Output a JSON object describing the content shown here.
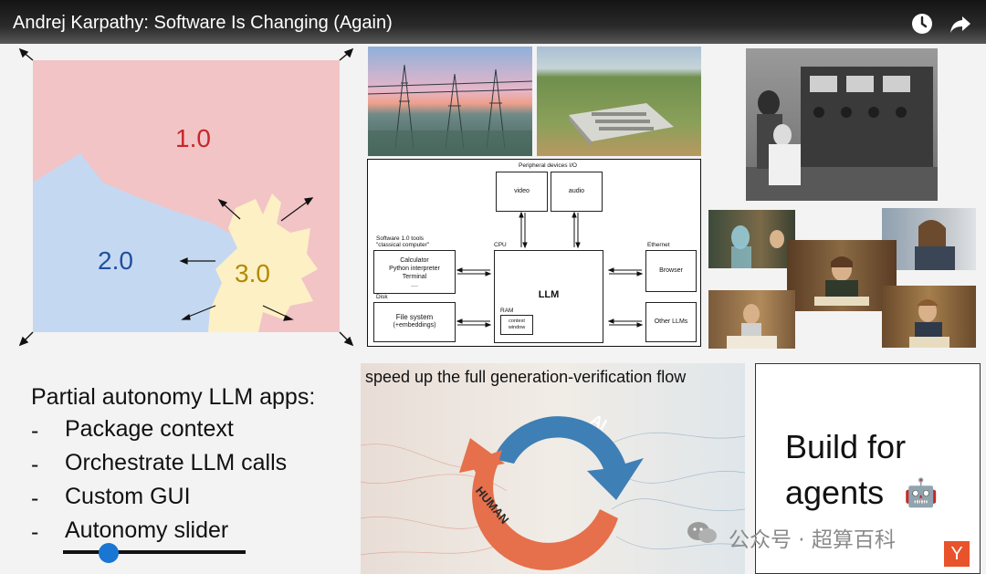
{
  "video": {
    "title": "Andrej Karpathy: Software Is Changing (Again)",
    "icons": [
      "clock-icon",
      "share-icon"
    ]
  },
  "map_panel": {
    "label_1": "1.0",
    "label_2": "2.0",
    "label_3": "3.0",
    "colors": {
      "region1": "#f2c4c6",
      "region2": "#c5d8f1",
      "region3": "#fdf0c4",
      "label1": "#c62828",
      "label2": "#1f4fa0",
      "label3": "#b28a00"
    }
  },
  "diagram": {
    "peripheral": "Peripheral devices I/O",
    "video": "video",
    "audio": "audio",
    "sw_tools_title": "Software 1.0 tools",
    "sw_tools_sub": "\"classical computer\"",
    "tools": [
      "Calculator",
      "Python interpreter",
      "Terminal",
      "...."
    ],
    "cpu": "CPU",
    "llm": "LLM",
    "ethernet": "Ethernet",
    "browser": "Browser",
    "other_llms": "Other LLMs",
    "disk": "Disk",
    "file_system": "File system",
    "embeddings": "(+embeddings)",
    "ram": "RAM",
    "context_window": "context window"
  },
  "apps": {
    "title": "Partial autonomy LLM apps:",
    "items": [
      "Package context",
      "Orchestrate LLM calls",
      "Custom GUI",
      "Autonomy slider"
    ],
    "slider_value": 0.25,
    "slider_color": "#1976d2"
  },
  "flow": {
    "title": "speed up the full generation-verification flow",
    "ai": "AI",
    "human": "HUMAN",
    "colors": {
      "ai": "#3e7fb5",
      "human": "#e5704b"
    }
  },
  "agents": {
    "line1": "Build for",
    "line2": "agents",
    "emoji": "🤖"
  },
  "watermark": {
    "text": "公众号 · 超算百科",
    "badge": "Y"
  }
}
